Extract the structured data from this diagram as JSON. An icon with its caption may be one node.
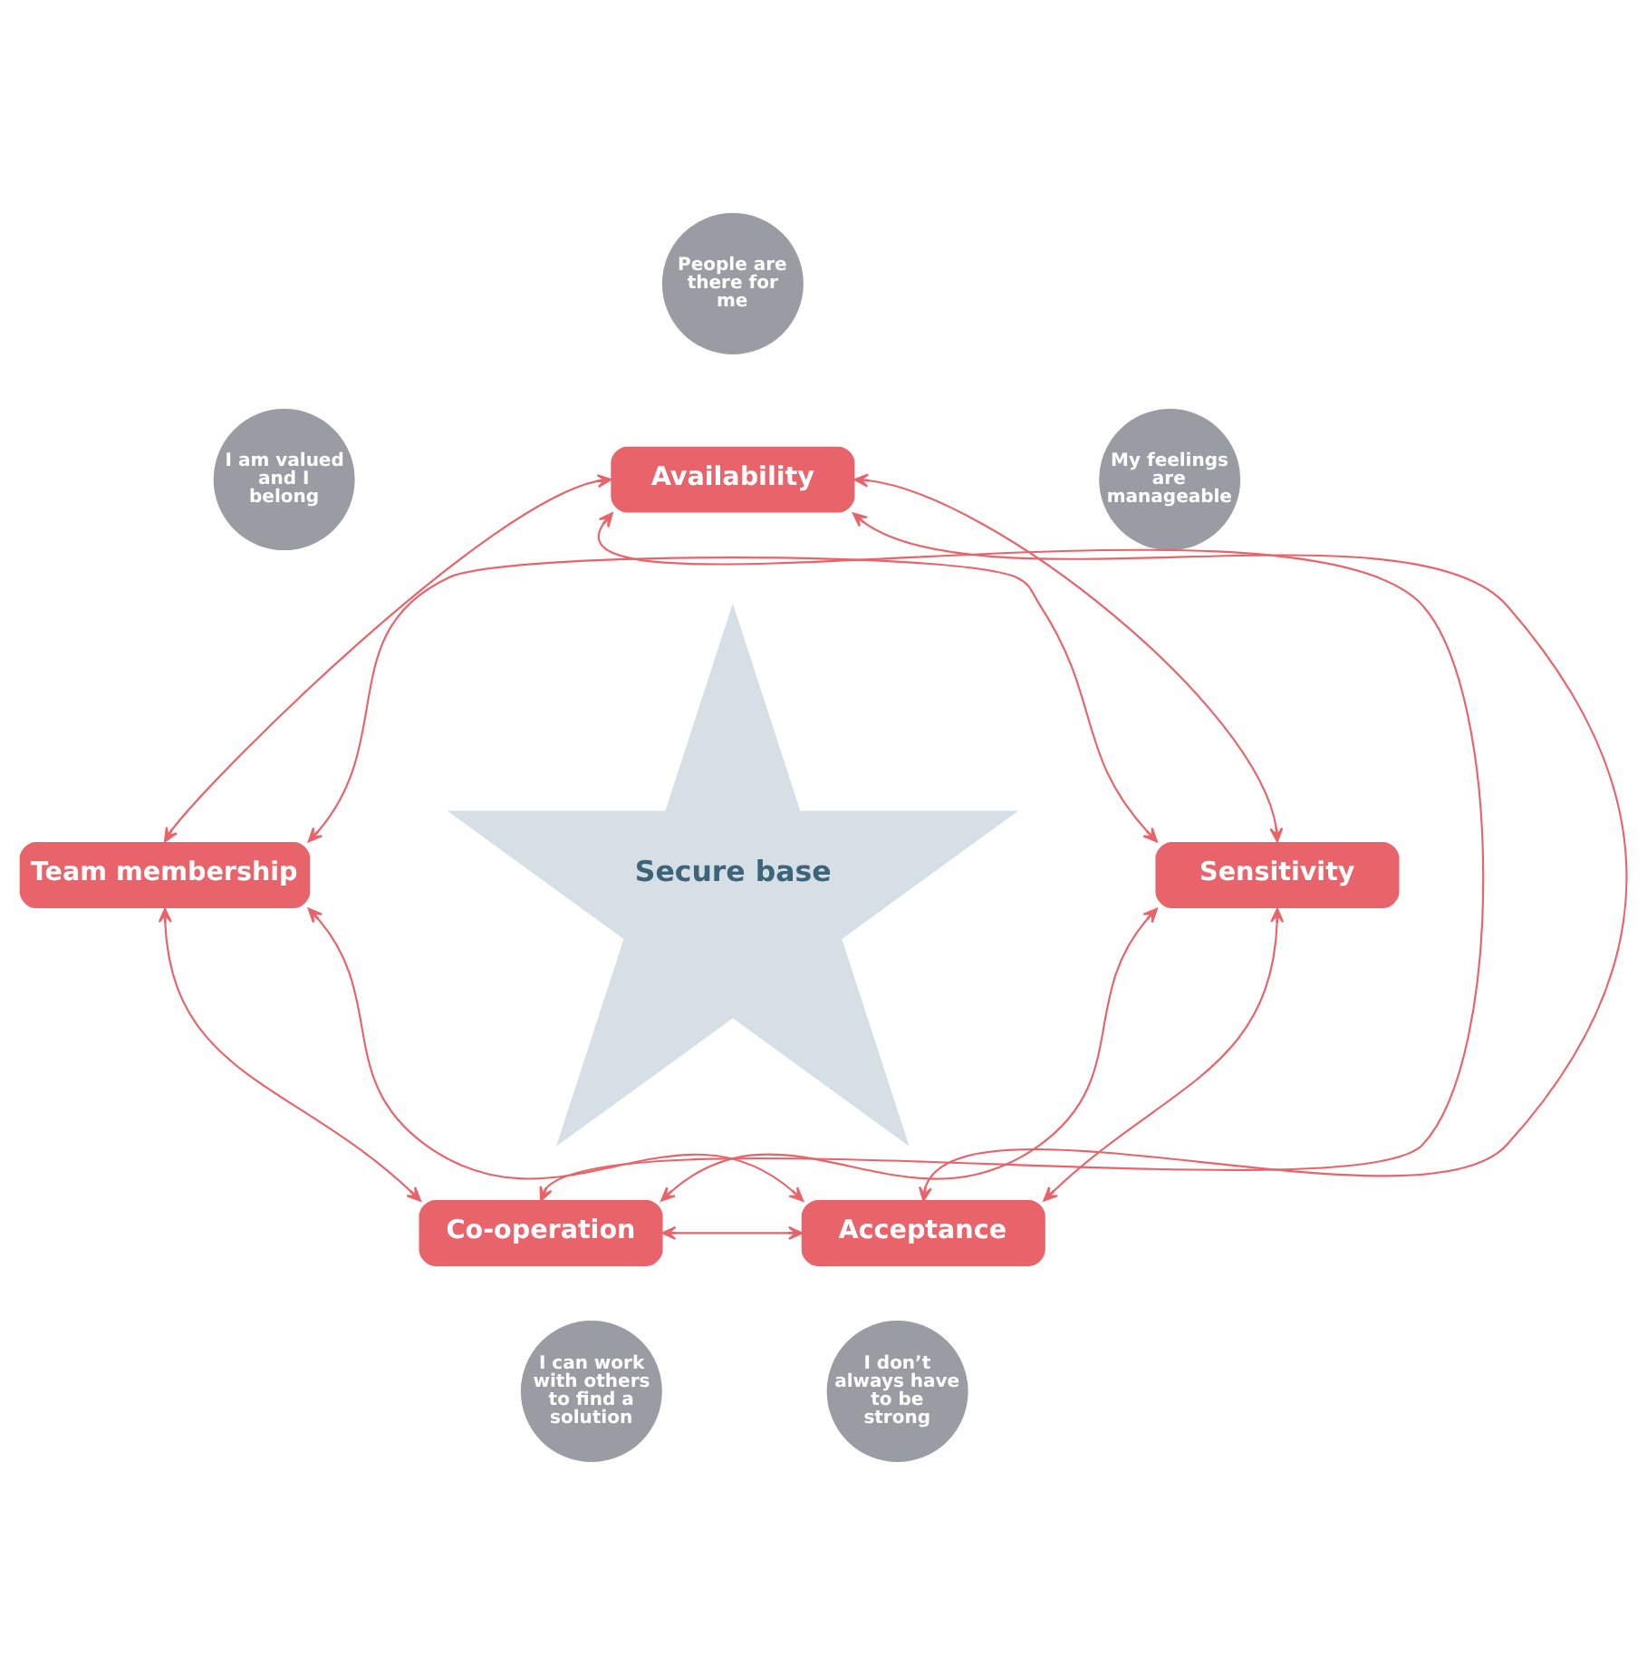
{
  "diagram": {
    "nodes": [
      {
        "text": [
          "People are there for me"
        ]
      },
      {
        "text": [
          "Availability"
        ]
      },
      {
        "text": [
          "I am valued and I belong"
        ]
      },
      {
        "text": [
          "My feelings are manageable"
        ]
      },
      {
        "text": [
          "Team membership"
        ]
      },
      {
        "text": [
          "Secure base"
        ]
      },
      {
        "text": [
          "Sensitivity"
        ]
      },
      {
        "text": [
          "Co-operation"
        ]
      },
      {
        "text": [
          "Acceptance"
        ]
      },
      {
        "text": [
          "I can work with others to find a solution"
        ]
      },
      {
        "text": [
          "I don’t always have to be strong"
        ]
      }
    ],
    "edges": [
      {
        "from": 1,
        "to": 4,
        "arrow": "both"
      },
      {
        "from": 1,
        "to": 6,
        "arrow": "both"
      },
      {
        "from": 1,
        "to": 7,
        "arrow": "both"
      },
      {
        "from": 1,
        "to": 8,
        "arrow": "both"
      },
      {
        "from": 4,
        "to": 6,
        "arrow": "both"
      },
      {
        "from": 4,
        "to": 7,
        "arrow": "both"
      },
      {
        "from": 4,
        "to": 8,
        "arrow": "both"
      },
      {
        "from": 6,
        "to": 7,
        "arrow": "both"
      },
      {
        "from": 6,
        "to": 8,
        "arrow": "both"
      },
      {
        "from": 7,
        "to": 8,
        "arrow": "both"
      }
    ]
  }
}
